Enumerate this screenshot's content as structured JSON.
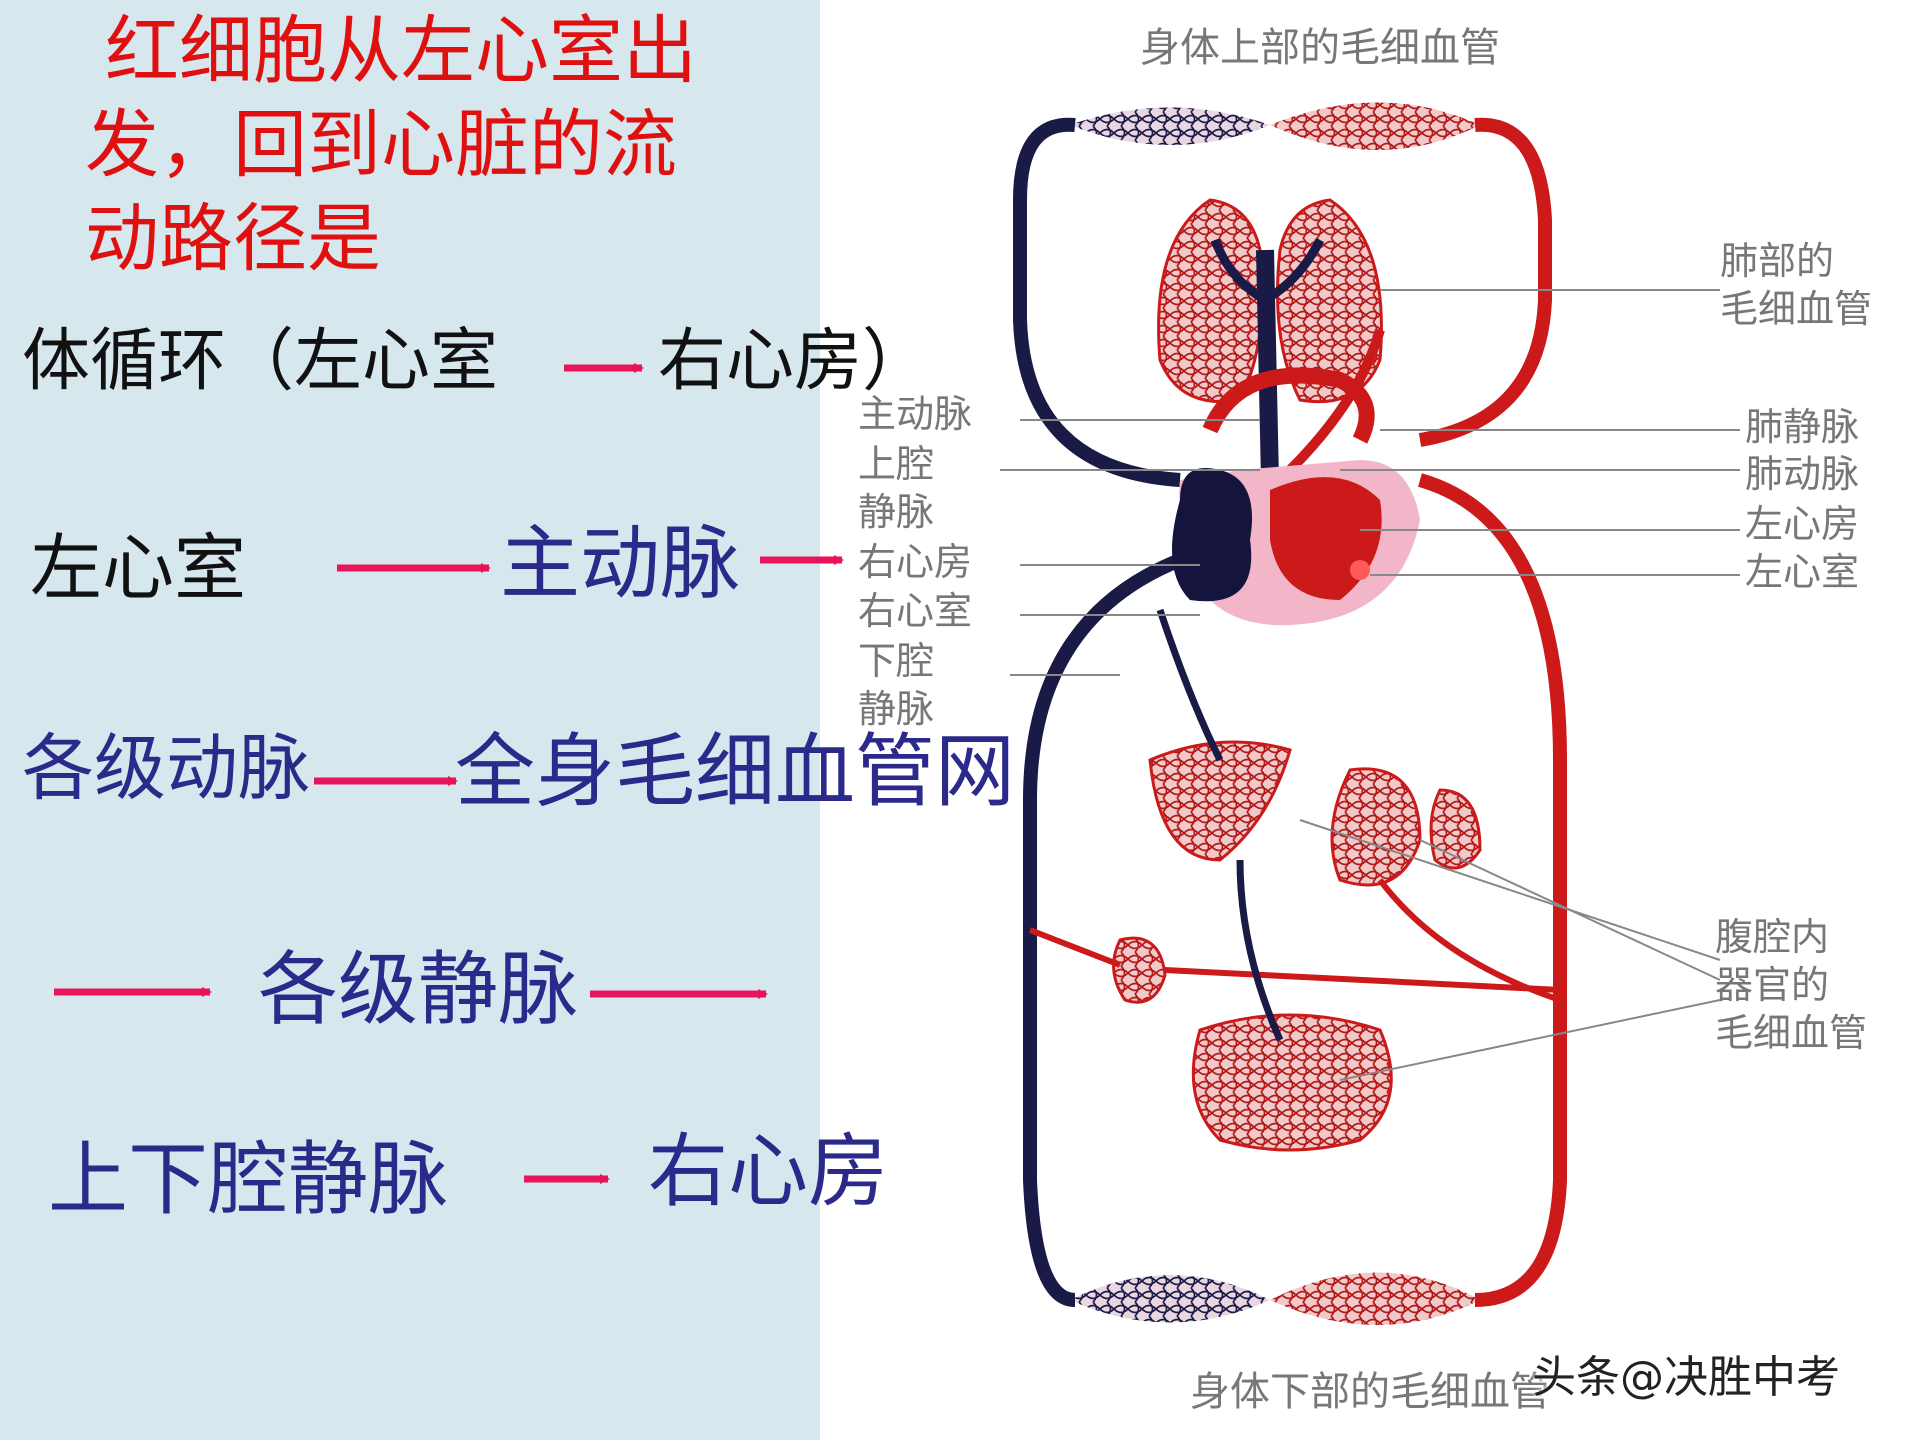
{
  "title_lines": [
    "红细胞从左心室出",
    "发，回到心脏的流",
    "动路径是"
  ],
  "systemic": {
    "prefix": "体循环（左心室",
    "suffix": "右心房）"
  },
  "path": {
    "left_ventricle": "左心室",
    "aorta": "主动脉",
    "arteries": "各级动脉",
    "capillaries": "全身毛细血管网",
    "veins": "各级静脉",
    "vena_cava": "上下腔静脉",
    "right_atrium": "右心房"
  },
  "diagram": {
    "top_label": "身体上部的毛细血管",
    "bottom_label": "身体下部的毛细血管",
    "left_labels": [
      "主动脉",
      "上腔",
      "静脉",
      "右心房",
      "右心室",
      "下腔",
      "静脉"
    ],
    "right_labels_lung": [
      "肺部的",
      "毛细血管"
    ],
    "right_labels_heart": [
      "肺静脉",
      "肺动脉",
      "左心房",
      "左心室"
    ],
    "right_labels_abdomen": [
      "腹腔内",
      "器官的",
      "毛细血管"
    ]
  },
  "watermark": "头条@决胜中考",
  "colors": {
    "title": "#e01010",
    "path_text": "#2b2a8a",
    "arrow": "#e8145a",
    "artery": "#cc1a1a",
    "vein": "#1a1a46",
    "panel": "#d6e8ee"
  }
}
